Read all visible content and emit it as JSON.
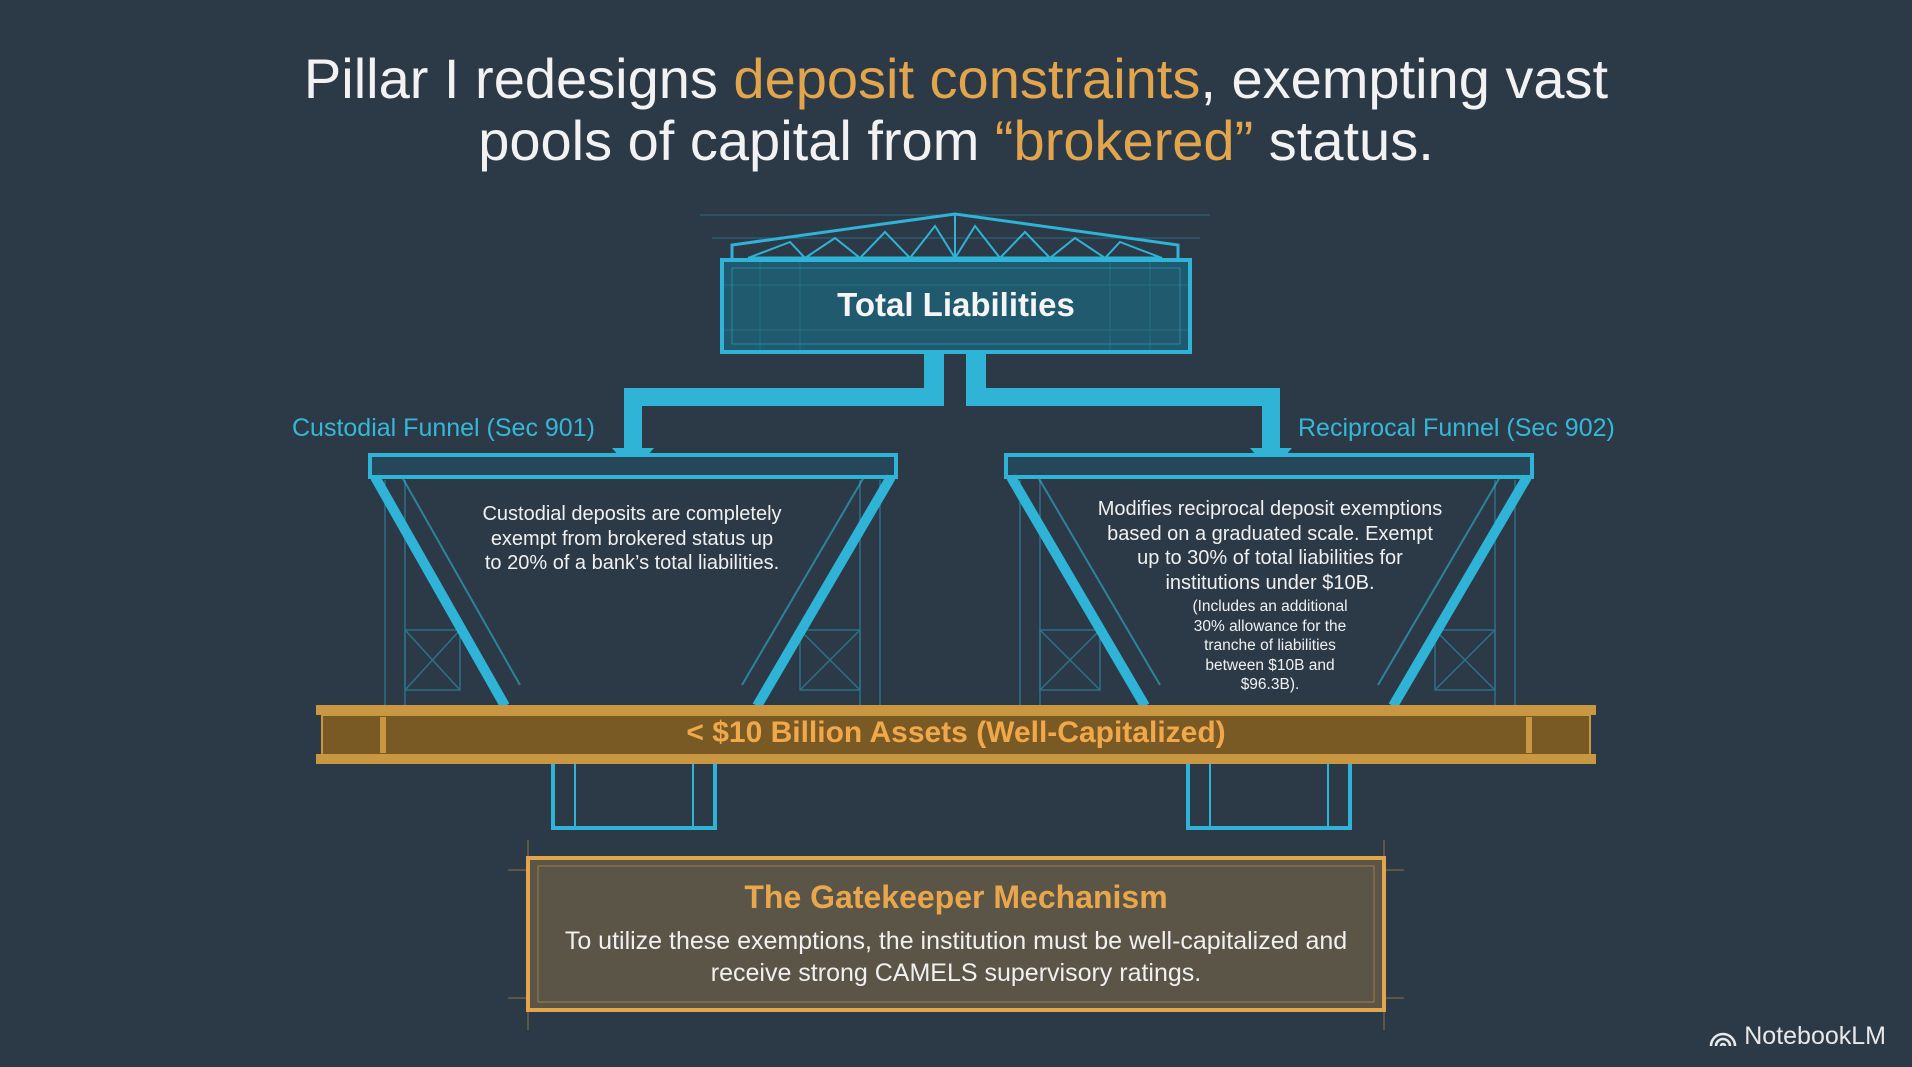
{
  "title": {
    "part1": "Pillar I redesigns ",
    "highlight1": "deposit constraints",
    "part2": ", exempting vast",
    "part3": "pools of capital from ",
    "highlight2": "“brokered”",
    "part4": " status."
  },
  "top_box": {
    "label": "Total Liabilities"
  },
  "left_funnel": {
    "label": "Custodial Funnel (Sec 901)",
    "text": "Custodial deposits are completely exempt from brokered status up to 20% of a bank’s total liabilities."
  },
  "right_funnel": {
    "label": "Reciprocal Funnel (Sec 902)",
    "text": "Modifies reciprocal deposit exemptions based on a graduated scale. Exempt up to 30% of total liabilities for institutions under $10B.",
    "note": "(Includes an additional 30% allowance for the tranche of liabilities between $10B and $96.3B)."
  },
  "beam": {
    "label": "< $10 Billion Assets (Well-Capitalized)"
  },
  "gatekeeper": {
    "title": "The Gatekeeper Mechanism",
    "body": "To utilize these exemptions, the institution must be well-capitalized and receive strong CAMELS supervisory ratings."
  },
  "brand": {
    "name": "NotebookLM",
    "icon": "notebooklm-logo-icon"
  },
  "colors": {
    "background": "#2c3a48",
    "blueprint": "#2fb3d6",
    "accent": "#e3a54c",
    "gatekeeper_fill": "#5b5547"
  }
}
